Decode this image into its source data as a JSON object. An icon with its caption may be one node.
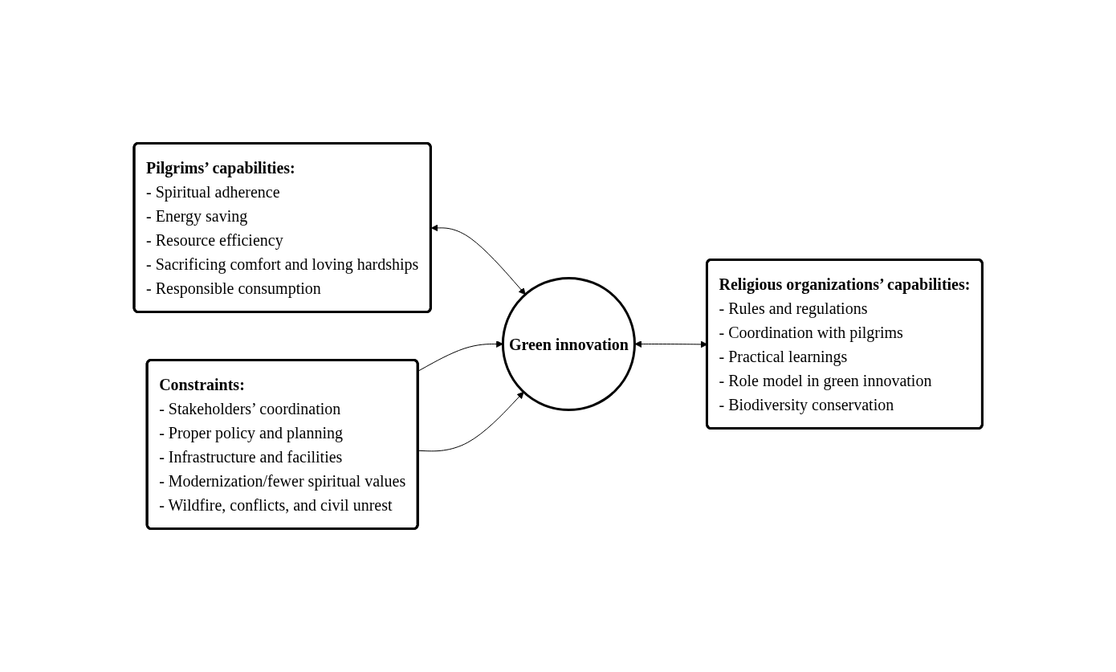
{
  "diagram": {
    "nodes": [
      {
        "text": [
          "Pilgrims’ capabilities:",
          "- Spiritual adherence",
          "- Energy saving",
          "- Resource efficiency",
          "- Sacrificing comfort and loving hardships",
          "- Responsible consumption"
        ]
      },
      {
        "text": [
          "Green innovation"
        ]
      },
      {
        "text": [
          "Religious organizations’ capabilities:",
          "- Rules and regulations",
          "- Coordination with pilgrims",
          "- Practical learnings",
          "- Role model in green innovation",
          "- Biodiversity conservation"
        ]
      },
      {
        "text": [
          "Constraints:",
          "- Stakeholders’ coordination",
          "- Proper policy and planning",
          "- Infrastructure and facilities",
          "- Modernization/fewer spiritual values",
          "- Wildfire, conflicts, and civil unrest"
        ]
      }
    ],
    "edges": [
      {
        "from": 0,
        "to": 1,
        "arrow": "both"
      },
      {
        "from": 1,
        "to": 2,
        "arrow": "both"
      },
      {
        "from": 3,
        "to": 1,
        "arrow": "to"
      },
      {
        "from": 3,
        "to": 1,
        "arrow": "to"
      }
    ]
  }
}
